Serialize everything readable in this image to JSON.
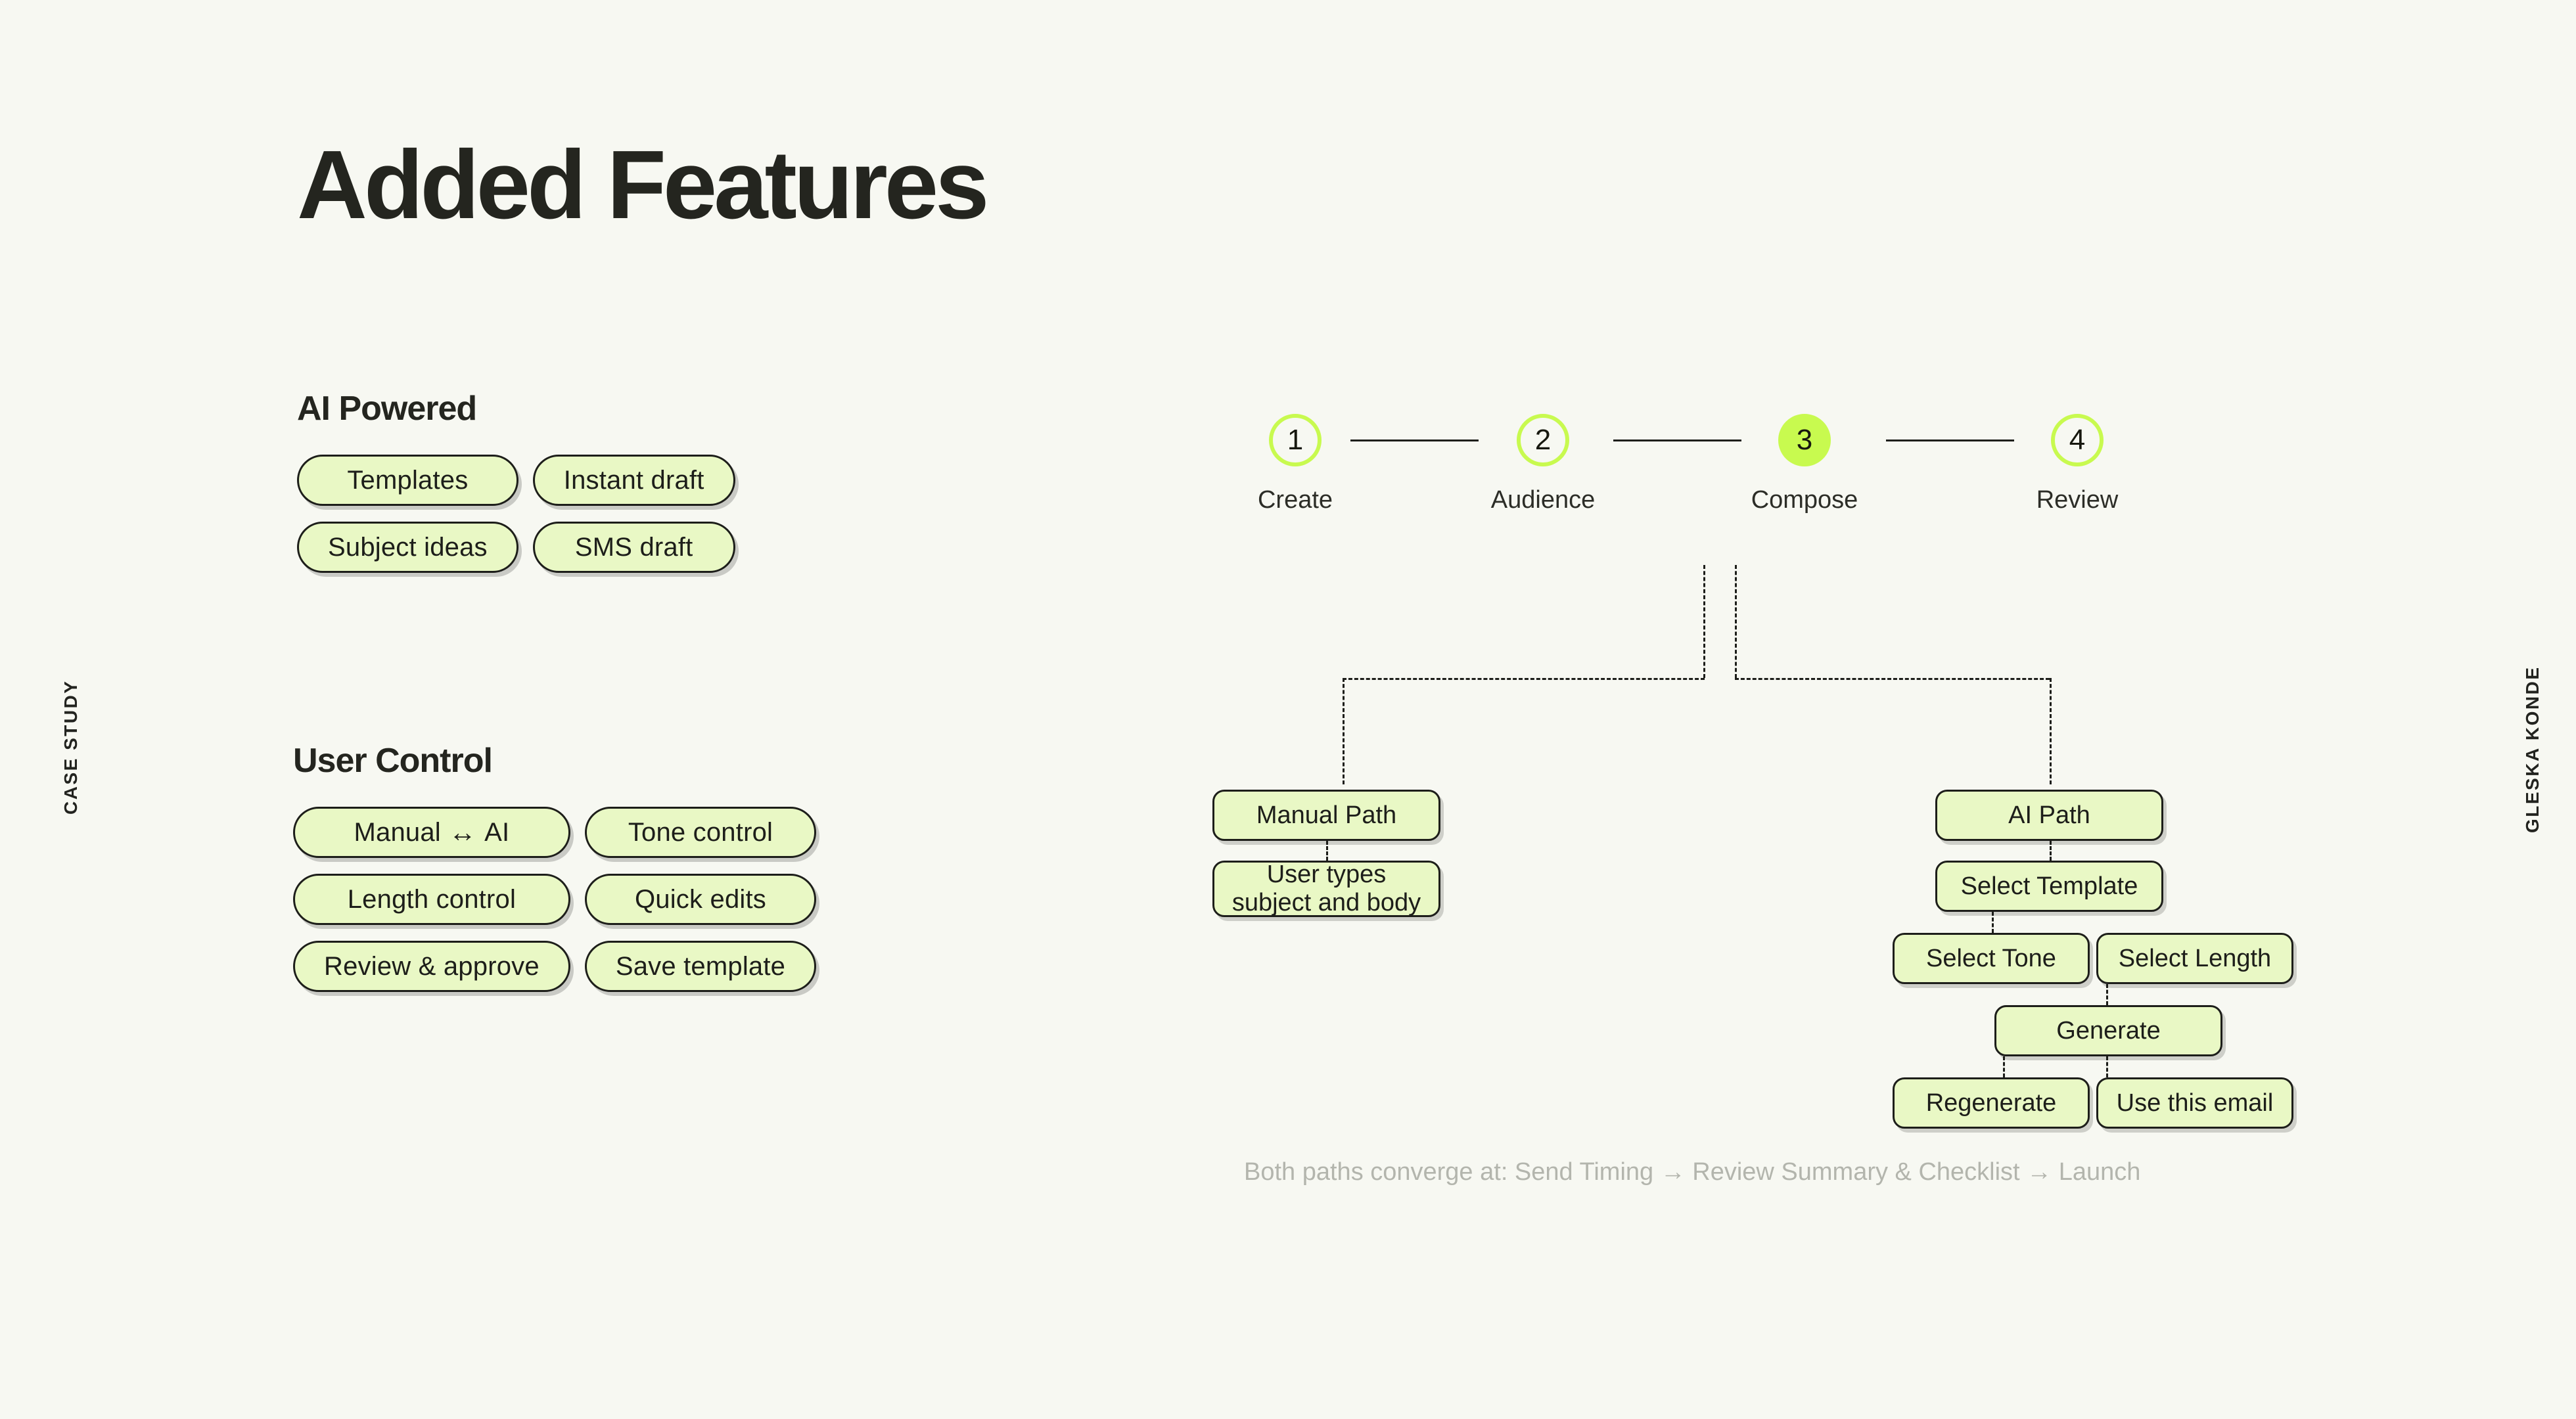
{
  "meta": {
    "background_color": "#f7f8f2",
    "accent_color": "#c8fa4f",
    "pill_fill_color": "#e9f8c5",
    "ink_color": "#1d1e1a",
    "muted_color": "#b3b5ad"
  },
  "side_labels": {
    "left": "CASE STUDY",
    "right": "GLESKA KONDE"
  },
  "title": "Added Features",
  "groups": [
    {
      "id": "ai-powered",
      "heading": "AI Powered",
      "pills": [
        "Templates",
        "Instant draft",
        "Subject ideas",
        "SMS draft"
      ]
    },
    {
      "id": "user-control",
      "heading": "User Control",
      "pills": [
        "Manual",
        "AI",
        "Tone control",
        "Length control",
        "Quick edits",
        "Review & approve",
        "Save template"
      ],
      "manual_ai_arrow": "↔"
    }
  ],
  "stepper": {
    "steps": [
      {
        "number": "1",
        "label": "Create",
        "active": false
      },
      {
        "number": "2",
        "label": "Audience",
        "active": false
      },
      {
        "number": "3",
        "label": "Compose",
        "active": true
      },
      {
        "number": "4",
        "label": "Review",
        "active": false
      }
    ]
  },
  "flow": {
    "nodes": {
      "manual_path": "Manual Path",
      "user_types": "User types subject and body",
      "ai_path": "AI Path",
      "select_template": "Select Template",
      "select_tone": "Select Tone",
      "select_length": "Select Length",
      "generate": "Generate",
      "regenerate": "Regenerate",
      "use_this_email": "Use this email"
    },
    "note": "Both paths converge at: Send Timing → Review Summary & Checklist → Launch"
  }
}
